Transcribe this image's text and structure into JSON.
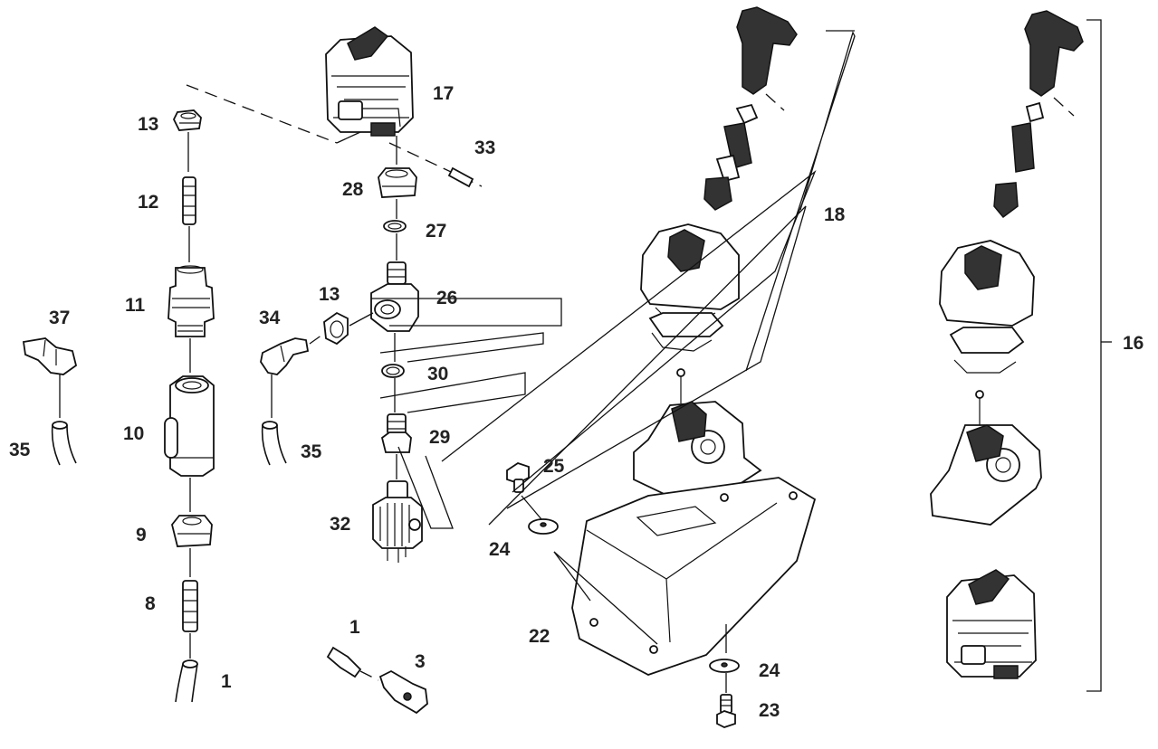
{
  "diagram": {
    "callouts": [
      {
        "id": "c13a",
        "text": "13"
      },
      {
        "id": "c12",
        "text": "12"
      },
      {
        "id": "c11",
        "text": "11"
      },
      {
        "id": "c10",
        "text": "10"
      },
      {
        "id": "c9",
        "text": "9"
      },
      {
        "id": "c8",
        "text": "8"
      },
      {
        "id": "c1a",
        "text": "1"
      },
      {
        "id": "c37",
        "text": "37"
      },
      {
        "id": "c35a",
        "text": "35"
      },
      {
        "id": "c34",
        "text": "34"
      },
      {
        "id": "c35b",
        "text": "35"
      },
      {
        "id": "c17",
        "text": "17"
      },
      {
        "id": "c33",
        "text": "33"
      },
      {
        "id": "c28",
        "text": "28"
      },
      {
        "id": "c27",
        "text": "27"
      },
      {
        "id": "c13b",
        "text": "13"
      },
      {
        "id": "c26",
        "text": "26"
      },
      {
        "id": "c30",
        "text": "30"
      },
      {
        "id": "c29",
        "text": "29"
      },
      {
        "id": "c32",
        "text": "32"
      },
      {
        "id": "c25",
        "text": "25"
      },
      {
        "id": "c24a",
        "text": "24"
      },
      {
        "id": "c22",
        "text": "22"
      },
      {
        "id": "c1b",
        "text": "1"
      },
      {
        "id": "c3",
        "text": "3"
      },
      {
        "id": "c18",
        "text": "18"
      },
      {
        "id": "c24b",
        "text": "24"
      },
      {
        "id": "c23",
        "text": "23"
      },
      {
        "id": "c16",
        "text": "16"
      }
    ]
  }
}
